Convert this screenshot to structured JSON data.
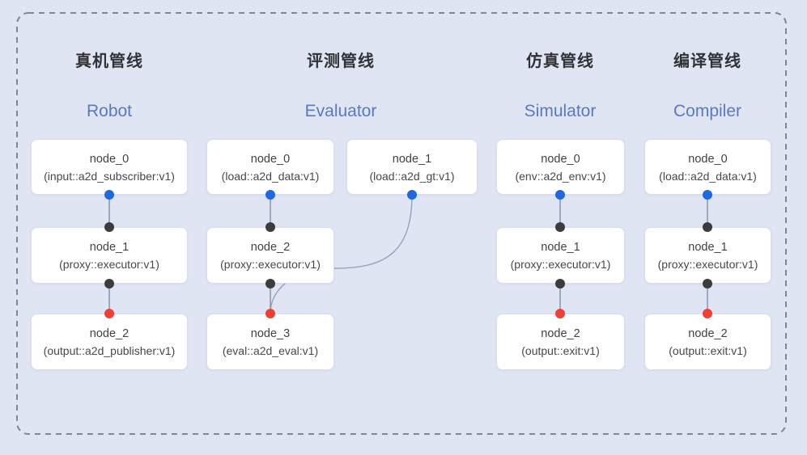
{
  "frame": {
    "border_color": "#83868e"
  },
  "colors": {
    "background": "#e0e5f4",
    "box_border": "#d9dee9",
    "wire": "#8a93a8",
    "curve_wire": "#9aa5bf",
    "dot_blue": "#1f68de",
    "dot_dark": "#3b3c3e",
    "dot_red": "#ee4133",
    "title_zh": "#303236",
    "title_en": "#5b78c3"
  },
  "icons": {
    "port_blue": "blue-port-dot",
    "port_dark": "dark-port-dot",
    "port_red": "red-port-dot"
  },
  "pipelines": [
    {
      "title_zh": "真机管线",
      "title_en": "Robot",
      "nodes": [
        {
          "name": "node_0",
          "detail": "(input::a2d_subscriber:v1)"
        },
        {
          "name": "node_1",
          "detail": "(proxy::executor:v1)"
        },
        {
          "name": "node_2",
          "detail": "(output::a2d_publisher:v1)"
        }
      ]
    },
    {
      "title_zh": "评测管线",
      "title_en": "Evaluator",
      "nodes": [
        {
          "name": "node_0",
          "detail": "(load::a2d_data:v1)"
        },
        {
          "name": "node_1",
          "detail": "(load::a2d_gt:v1)"
        },
        {
          "name": "node_2",
          "detail": "(proxy::executor:v1)"
        },
        {
          "name": "node_3",
          "detail": "(eval::a2d_eval:v1)"
        }
      ]
    },
    {
      "title_zh": "仿真管线",
      "title_en": "Simulator",
      "nodes": [
        {
          "name": "node_0",
          "detail": "(env::a2d_env:v1)"
        },
        {
          "name": "node_1",
          "detail": "(proxy::executor:v1)"
        },
        {
          "name": "node_2",
          "detail": "(output::exit:v1)"
        }
      ]
    },
    {
      "title_zh": "编译管线",
      "title_en": "Compiler",
      "nodes": [
        {
          "name": "node_0",
          "detail": "(load::a2d_data:v1)"
        },
        {
          "name": "node_1",
          "detail": "(proxy::executor:v1)"
        },
        {
          "name": "node_2",
          "detail": "(output::exit:v1)"
        }
      ]
    }
  ]
}
